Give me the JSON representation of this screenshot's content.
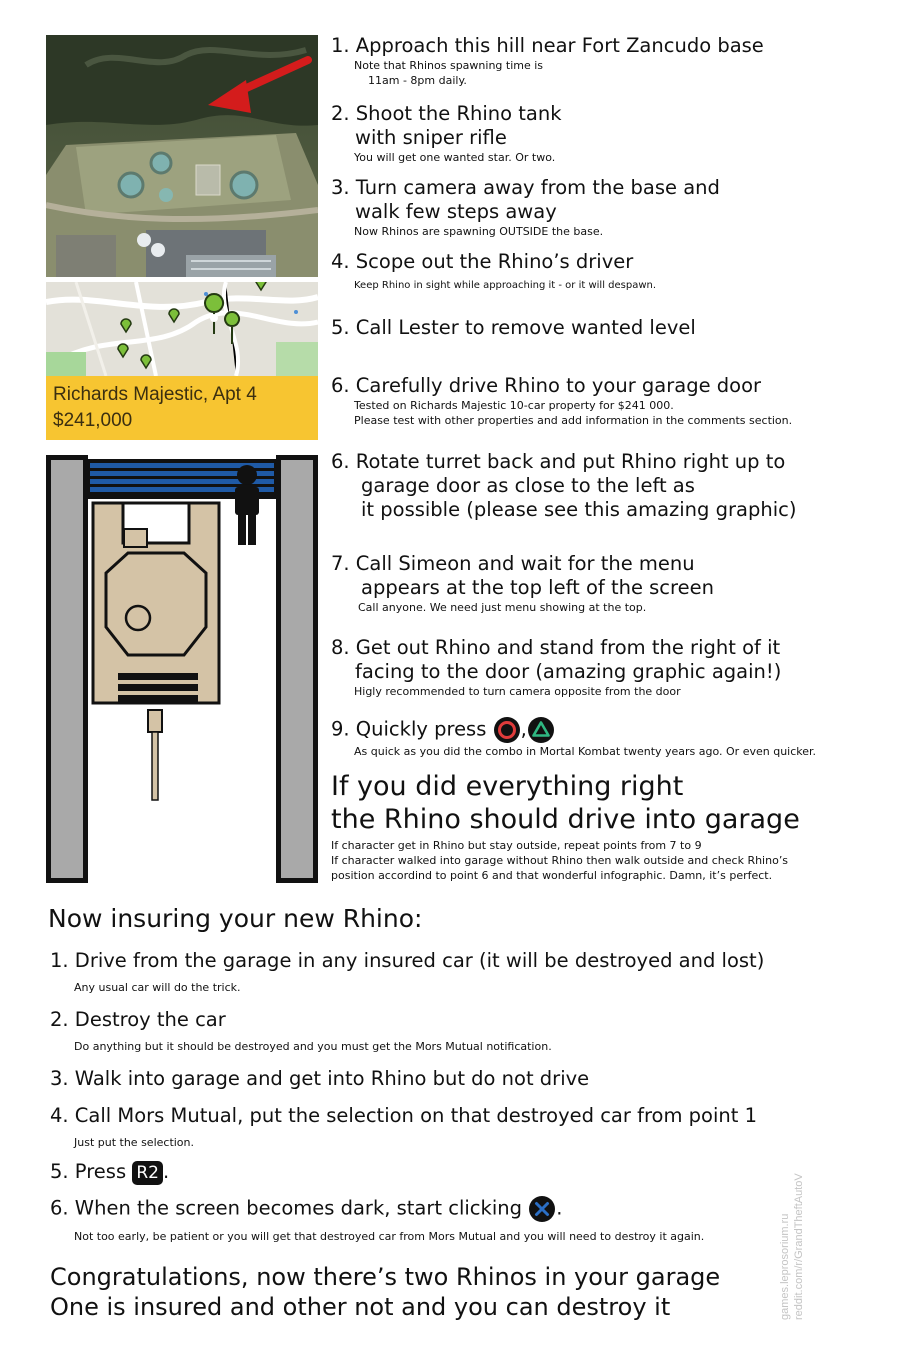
{
  "map_card": {
    "property": "Richards Majestic, Apt 4",
    "price": "$241,000"
  },
  "steps": [
    {
      "heading": "1. Approach this hill near Fort Zancudo base",
      "notes": [
        "Note that Rhinos spawning time is",
        "11am - 8pm daily."
      ]
    },
    {
      "heading": [
        "2. Shoot the Rhino tank",
        "with sniper rifle"
      ],
      "note": "You will get one wanted star. Or two."
    },
    {
      "heading": [
        "3. Turn camera away from the base and",
        "walk few steps away"
      ],
      "note": "Now Rhinos are spawning OUTSIDE the base."
    },
    {
      "heading": "4. Scope out the Rhino’s driver",
      "note": "Keep Rhino in sight while approaching it - or it will despawn."
    },
    {
      "heading": "5. Call Lester to remove wanted level"
    },
    {
      "heading": "6. Carefully drive Rhino to your garage door",
      "notes": [
        "Tested on Richards Majestic 10-car property for $241 000.",
        "Please test with other properties and add information in the comments section."
      ]
    },
    {
      "heading": [
        "6. Rotate turret back and put Rhino right up to",
        "garage door as close to the left as",
        "it possible (please see this amazing graphic)"
      ]
    },
    {
      "heading": [
        "7. Call Simeon and wait for the menu",
        "appears at the top left of the screen"
      ],
      "note": "Call anyone. We need just menu showing at the top."
    },
    {
      "heading": [
        "8. Get out Rhino and stand from the right of it",
        "facing to the door (amazing graphic again!)"
      ],
      "note": "Higly recommended to turn camera opposite from the door"
    },
    {
      "heading": "9. Quickly press",
      "comma": ",",
      "note": "As quick as you did the combo in Mortal Kombat twenty years ago. Or even quicker."
    }
  ],
  "result": {
    "lines": [
      "If you did everything right",
      "the Rhino should drive into garage"
    ],
    "notes": [
      "If character get in Rhino but stay outside, repeat points from 7 to 9",
      "If character walked into garage without Rhino then walk outside and check Rhino’s",
      "position accordind to point 6 and that wonderful infographic. Damn, it’s perfect."
    ]
  },
  "insurance": {
    "title": "Now insuring your new Rhino:",
    "steps": [
      {
        "heading": "1. Drive from the garage in any insured car (it will be destroyed and lost)",
        "note": "Any usual car will do the trick."
      },
      {
        "heading": "2. Destroy the car",
        "note": "Do anything but it should be destroyed and you must get the Mors Mutual notification."
      },
      {
        "heading": "3. Walk into garage and get into Rhino but do not drive"
      },
      {
        "heading": "4. Call Mors Mutual, put the selection on that destroyed car from point 1",
        "note": "Just put the selection."
      },
      {
        "heading": "5. Press",
        "button": "R2",
        "after": "."
      },
      {
        "heading": "6. When the screen becomes dark, start clicking",
        "after": ".",
        "note": "Not too early, be patient or you will get that destroyed car from Mors Mutual and you will need to destroy it again."
      }
    ]
  },
  "conclusion": [
    "Congratulations, now there’s two Rhinos in your garage",
    "One is insured and other not and you can destroy it"
  ],
  "watermark": [
    "games.leprosorium.ru",
    "reddit.com/r/GrandTheftAutoV"
  ],
  "icons": {
    "circle_button": "circle-button-icon",
    "triangle_button": "triangle-button-icon",
    "cross_button": "cross-button-icon",
    "colors": {
      "circle": "#e03b3b",
      "triangle": "#2fb882",
      "cross": "#2b6fc6",
      "map_label": "#f7c531",
      "garage_door": "#1f5aa6",
      "tank": "#d4c3a6"
    }
  }
}
